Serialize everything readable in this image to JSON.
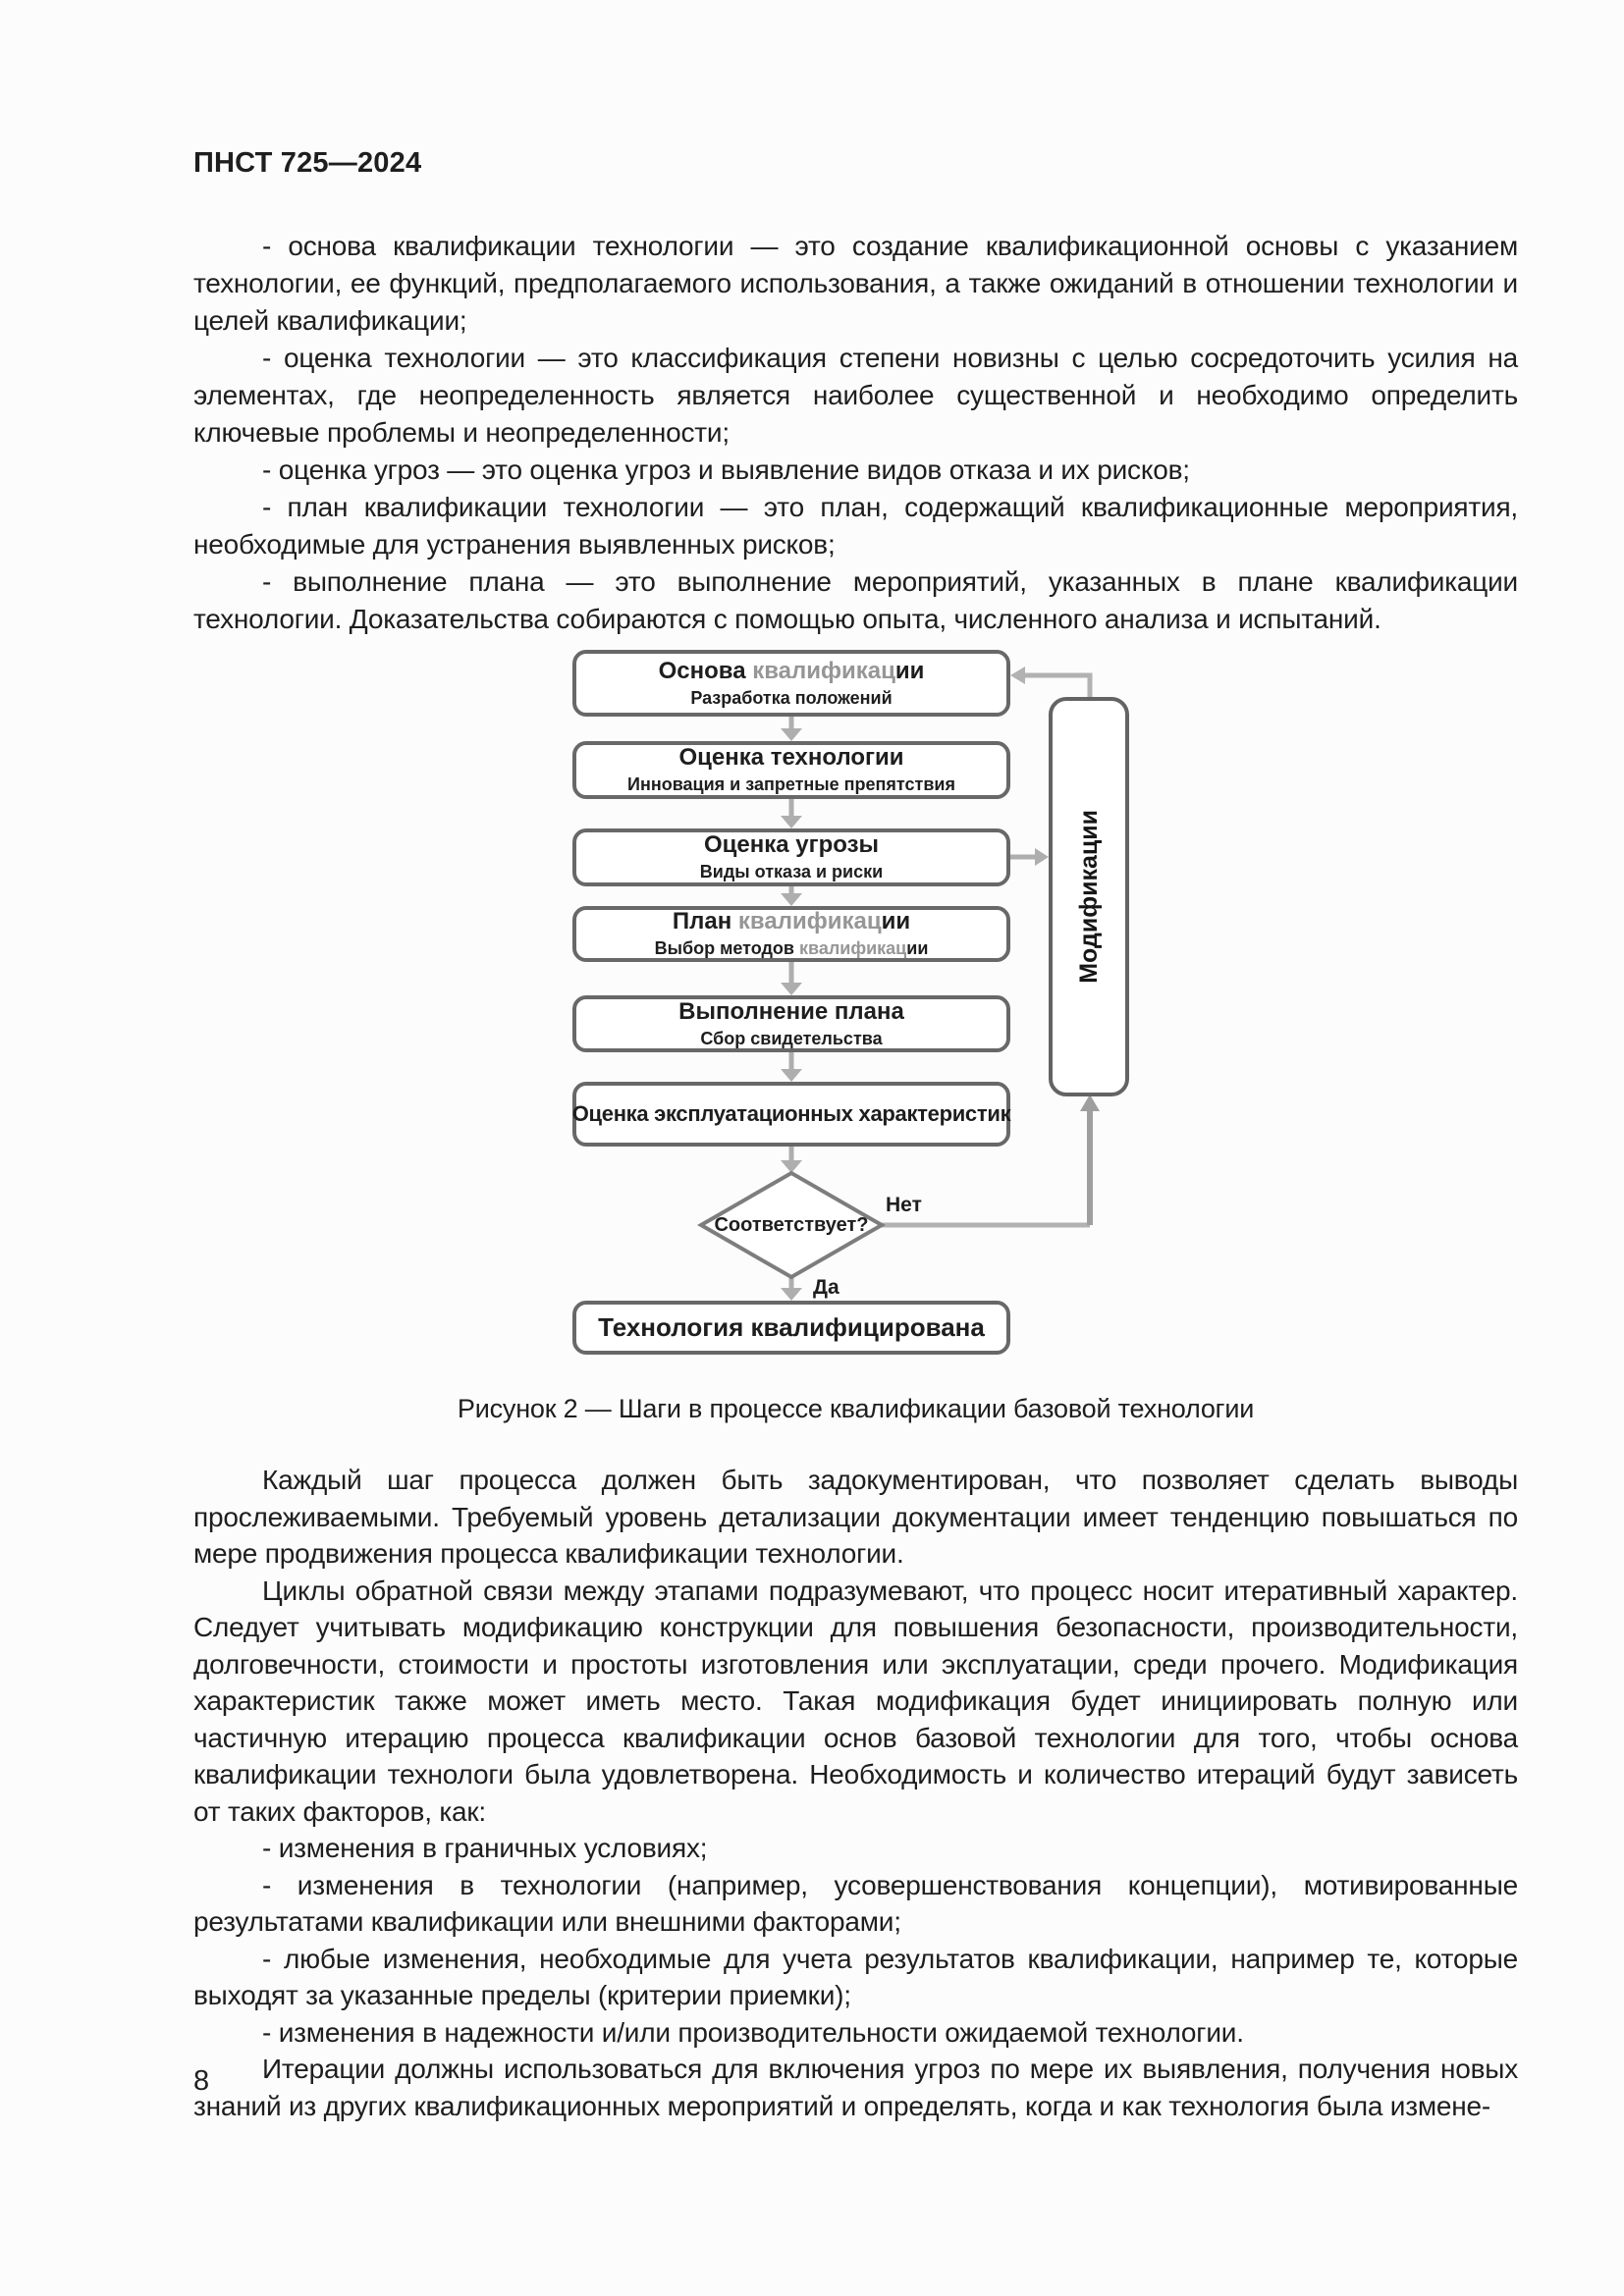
{
  "header": {
    "standard_code": "ПНСТ 725—2024"
  },
  "intro_paragraphs": [
    "- основа квалификации технологии — это создание квалификационной основы с указанием технологии, ее функций, предполагаемого использования, а также ожиданий в отношении технологии и целей квалификации;",
    "- оценка технологии — это классификация степени новизны с целью сосредоточить усилия на элементах, где неопределенность является наиболее существенной и необходимо определить ключевые проблемы и неопределенности;",
    "- оценка угроз — это оценка угроз и выявление видов отказа и их рисков;",
    "- план квалификации технологии — это план, содержащий квалификационные мероприятия, необходимые для устранения выявленных рисков;",
    "- выполнение плана — это выполнение мероприятий, указанных в плане квалификации технологии. Доказательства собираются с помощью опыта, численного анализа и испытаний."
  ],
  "figure": {
    "caption": "Рисунок 2 — Шаги в процессе квалификации базовой технологии",
    "boxes": [
      {
        "title_parts": {
          "a": "Основа ",
          "b": "квалификац",
          "c": "ии"
        },
        "subtitle": "Разработка положений"
      },
      {
        "title": "Оценка технологии",
        "subtitle": "Инновация и запретные препятствия"
      },
      {
        "title": "Оценка угрозы",
        "subtitle": "Виды отказа и риски"
      },
      {
        "title_parts": {
          "a": "План ",
          "b": "квалификац",
          "c": "ии"
        },
        "subtitle_parts": {
          "a": "Выбор методов ",
          "b": "квалификац",
          "c": "ии"
        }
      },
      {
        "title": "Выполнение плана",
        "subtitle": "Сбор свидетельства"
      },
      {
        "title": "Оценка эксплуатационных характеристик"
      }
    ],
    "decision": {
      "question": "Соответствует?",
      "no_label": "Нет",
      "yes_label": "Да"
    },
    "final_box": {
      "title": "Технология квалифицирована"
    },
    "side_box": {
      "title": "Модификации"
    }
  },
  "body_paragraphs": [
    "Каждый шаг процесса должен быть задокументирован, что позволяет сделать выводы прослеживаемыми. Требуемый уровень детализации документации имеет тенденцию повышаться по мере продвижения процесса квалификации технологии.",
    "Циклы обратной связи между этапами подразумевают, что процесс носит итеративный характер. Следует учитывать модификацию конструкции для повышения безопасности, производительности, долговечности, стоимости и простоты изготовления или эксплуатации, среди прочего. Модификация характеристик также может иметь место. Такая модификация будет инициировать полную или частичную итерацию процесса квалификации основ базовой технологии для того, чтобы основа квалификации технологи была удовлетворена. Необходимость и количество итераций будут зависеть от таких факторов, как:",
    "- изменения в граничных условиях;",
    "- изменения в технологии (например, усовершенствования концепции), мотивированные результатами квалификации или внешними факторами;",
    "- любые изменения, необходимые для учета результатов квалификации, например те, которые выходят за указанные пределы (критерии приемки);",
    "- изменения в надежности и/или производительности ожидаемой технологии.",
    "Итерации должны использоваться для включения угроз по мере их выявления, получения новых знаний из других квалификационных мероприятий и определять, когда и как технология была измене-"
  ],
  "footer": {
    "page_number": "8"
  },
  "colors": {
    "text": "#1e1e1e",
    "box_border": "#686868",
    "diamond_border": "#7d7d7d",
    "arrow_light": "#b2b2b2",
    "arrow_medium": "#9e9e9e",
    "gray_title_text": "#969696"
  }
}
